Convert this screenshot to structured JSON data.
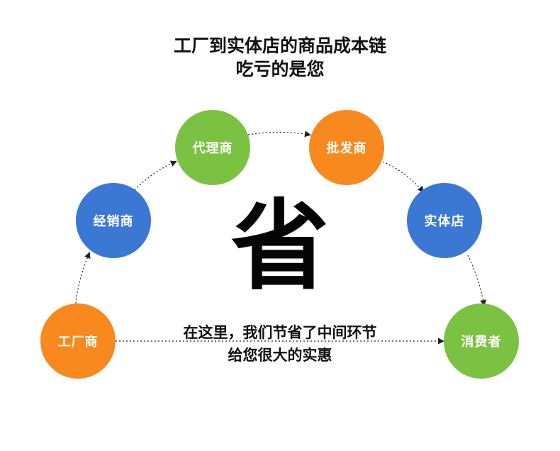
{
  "title": {
    "line1": "工厂到实体店的商品成本链",
    "line2": "吃亏的是您"
  },
  "center_character": "省",
  "nodes": [
    {
      "label": "工厂商",
      "color": "#F7891E"
    },
    {
      "label": "经销商",
      "color": "#3A78D4"
    },
    {
      "label": "代理商",
      "color": "#7CC242"
    },
    {
      "label": "批发商",
      "color": "#F7891E"
    },
    {
      "label": "实体店",
      "color": "#3A78D4"
    },
    {
      "label": "消费者",
      "color": "#7CC242"
    }
  ],
  "caption": {
    "line1": "在这里，我们节省了中间环节",
    "line2": "给您很大的实惠"
  },
  "connector_color": "#222222"
}
